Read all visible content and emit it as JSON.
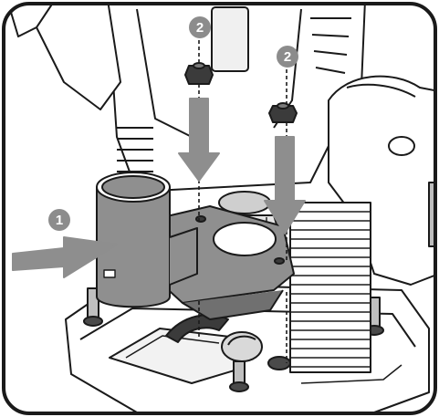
{
  "steps": [
    {
      "label": "1"
    },
    {
      "label": "2"
    },
    {
      "label": "2"
    }
  ],
  "colors": {
    "badge": "#8c8c8c",
    "arrow": "#8e8e8e",
    "dust_port": "#8f8f8f",
    "outline": "#1a1a1a"
  }
}
